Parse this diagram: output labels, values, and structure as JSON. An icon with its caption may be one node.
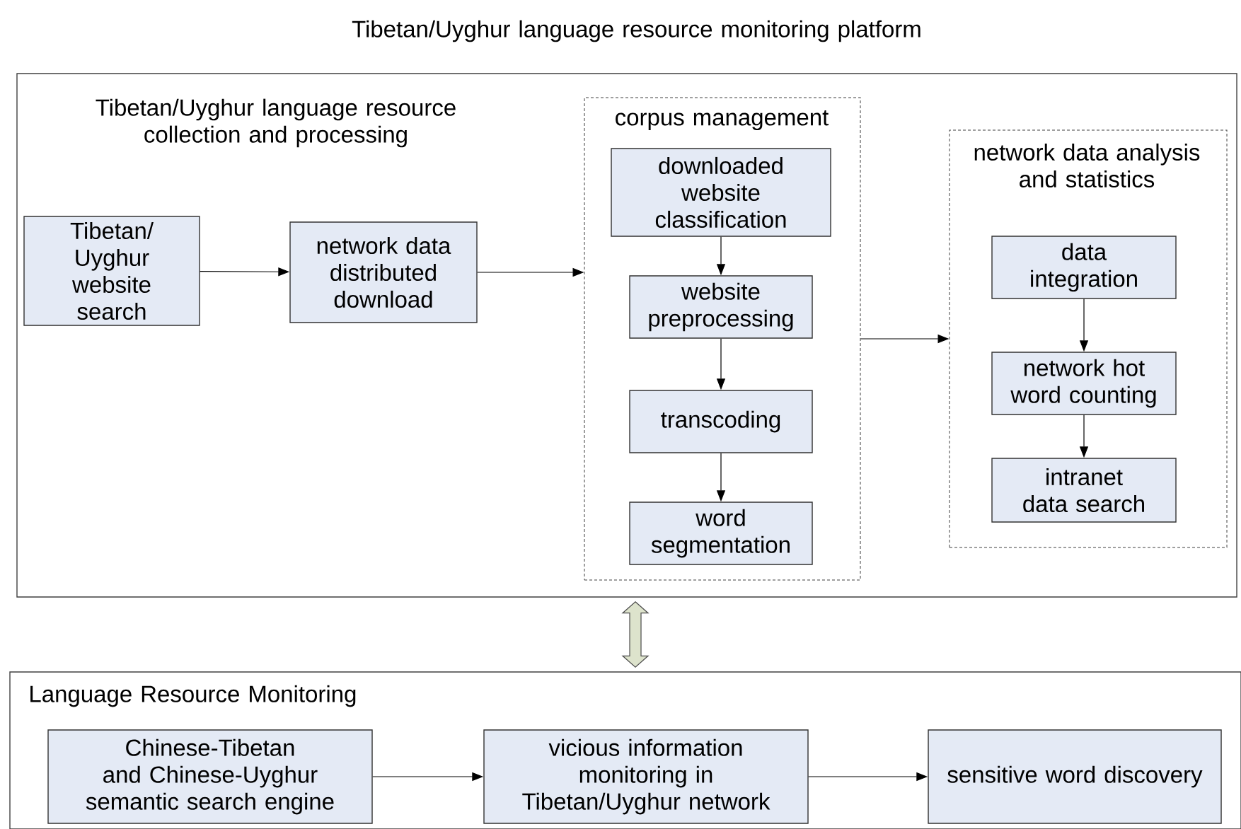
{
  "diagram": {
    "nodes": [
      {
        "text": [
          "Tibetan/Uyghur language resource monitoring platform",
          "Tibetan/Uyghur language resource collection and processing"
        ]
      },
      {
        "text": [
          "Tibetan/ Uyghur website search"
        ],
        "in": 0
      },
      {
        "text": [
          "network data distributed download"
        ],
        "in": 0
      },
      {
        "text": [
          "corpus management"
        ],
        "in": 0
      },
      {
        "text": [
          "downloaded website classification"
        ],
        "in": 3
      },
      {
        "text": [
          "website preprocessing"
        ],
        "in": 3
      },
      {
        "text": [
          "transcoding"
        ],
        "in": 3
      },
      {
        "text": [
          "word segmentation"
        ],
        "in": 3
      },
      {
        "text": [
          "network data analysis and statistics"
        ],
        "in": 0
      },
      {
        "text": [
          "data integration"
        ],
        "in": 8
      },
      {
        "text": [
          "network hot word counting"
        ],
        "in": 8
      },
      {
        "text": [
          "intranet data search"
        ],
        "in": 8
      },
      {
        "text": [
          "Language Resource Monitoring"
        ]
      },
      {
        "text": [
          "Chinese-Tibetan and Chinese-Uyghur semantic search engine"
        ],
        "in": 12
      },
      {
        "text": [
          "vicious information monitoring in Tibetan/Uyghur network"
        ],
        "in": 12
      },
      {
        "text": [
          "sensitive word discovery"
        ],
        "in": 12
      }
    ],
    "edges": [
      {
        "from": 1,
        "to": 2,
        "arrow": "to"
      },
      {
        "from": 2,
        "to": 3,
        "arrow": "to"
      },
      {
        "from": 4,
        "to": 5,
        "arrow": "to"
      },
      {
        "from": 5,
        "to": 6,
        "arrow": "to"
      },
      {
        "from": 6,
        "to": 7,
        "arrow": "to"
      },
      {
        "from": 3,
        "to": 8,
        "arrow": "to"
      },
      {
        "from": 9,
        "to": 10,
        "arrow": "to"
      },
      {
        "from": 10,
        "to": 11,
        "arrow": "to"
      },
      {
        "from": 0,
        "to": 12,
        "arrow": "both",
        "style": "thick",
        "color": "#dde3cc"
      },
      {
        "from": 13,
        "to": 14,
        "arrow": "to"
      },
      {
        "from": 14,
        "to": 15,
        "arrow": "to"
      }
    ]
  }
}
